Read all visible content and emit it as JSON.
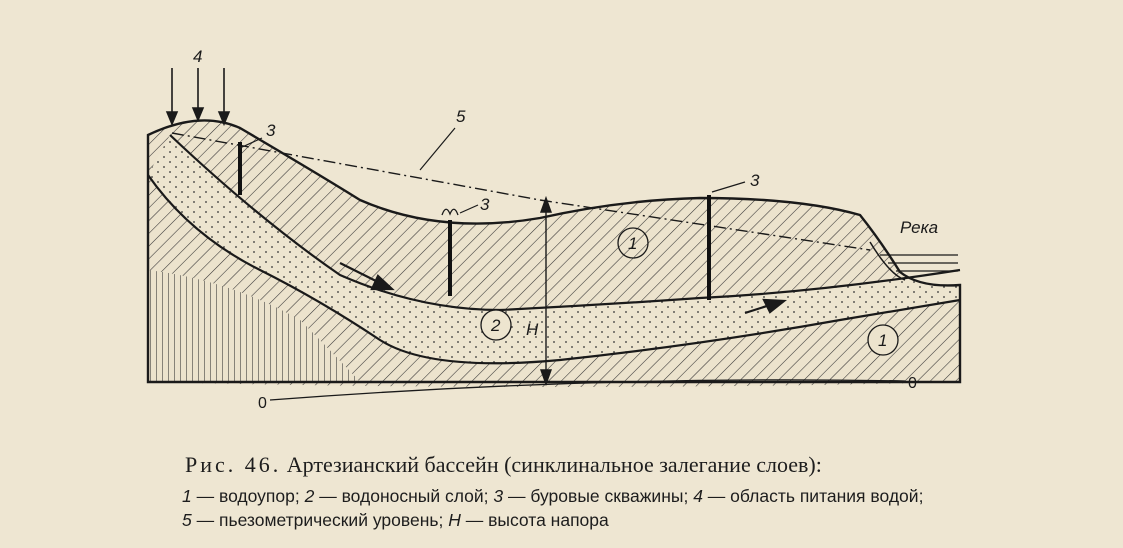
{
  "diagram": {
    "labels": {
      "recharge": "4",
      "piezometric": "5",
      "wells": [
        "3",
        "3",
        "3"
      ],
      "river": "Река",
      "aquitard": [
        "1",
        "1"
      ],
      "aquifer": "2",
      "head": "H",
      "zero_left": "0",
      "zero_right": "0"
    }
  },
  "caption": {
    "figure_label": "Рис. 46.",
    "title": "Артезианский бассейн (синклинальное залегание слоев):"
  },
  "legend": [
    {
      "key": "1",
      "text": "водоупор;"
    },
    {
      "key": "2",
      "text": "водоносный слой;"
    },
    {
      "key": "3",
      "text": "буровые скважины;"
    },
    {
      "key": "4",
      "text": "область питания водой;"
    },
    {
      "key": "5",
      "text": "пьезометрический уровень;"
    },
    {
      "key": "H",
      "text": "высота напора"
    }
  ]
}
